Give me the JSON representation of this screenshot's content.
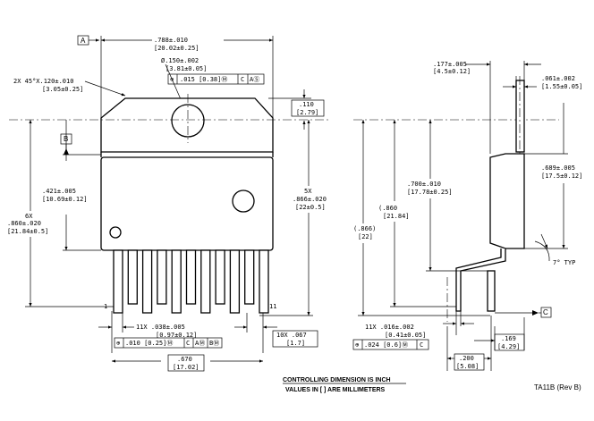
{
  "datum": {
    "a": "A",
    "b": "B",
    "c": "C"
  },
  "front": {
    "width_in": ".788±.010",
    "width_mm": "[20.02±0.25]",
    "chamfer_in": "2X 45°X.120±.010",
    "chamfer_mm": "[3.05±0.25]",
    "hole_in": "Ø.150±.002",
    "hole_mm": "[3.81±0.05]",
    "fcf_hole": [
      "⊕",
      ".015 [0.38]Ⓜ",
      "C",
      "AⓈ"
    ],
    "tab_in": ".110",
    "tab_mm": "[2.79]",
    "body_in": ".421±.005",
    "body_mm": "[10.69±0.12]",
    "total_6x": "6X",
    "total_in": ".860±.020",
    "total_mm": "[21.84±0.5]",
    "lead_5x": "5X",
    "lead_in": ".866±.020",
    "lead_mm": "[22±0.5]",
    "pin_first": "1",
    "pin_last": "11",
    "pinw_in": "11X .038±.005",
    "pinw_mm": "[0.97±0.12]",
    "fcf_pin": [
      "⊕",
      ".010 [0.25]Ⓜ",
      "C",
      "AⓂ",
      "BⓂ"
    ],
    "pitch_in": "10X .067",
    "pitch_mm": "[1.7]",
    "span_in": ".670",
    "span_mm": "[17.02]"
  },
  "side": {
    "top_in": ".177±.005",
    "top_mm": "[4.5±0.12]",
    "tab_in": ".061±.002",
    "tab_mm": "[1.55±0.05]",
    "h_in": ".700±.010",
    "h_mm": "[17.78±0.25]",
    "ref860_in": "(.860",
    "ref860_mm": "[21.84]",
    "ref866_in": "(.866)",
    "ref866_mm": "[22]",
    "body_in": ".689±.005",
    "body_mm": "[17.5±0.12]",
    "angle": "7° TYP",
    "thk_in": "11X .016±.002",
    "thk_mm": "[0.41±0.05]",
    "fcf": [
      "⊕",
      ".024 [0.6]Ⓜ",
      "C"
    ],
    "off_in": ".200",
    "off_mm": "[5.08]",
    "foot_in": ".169",
    "foot_mm": "[4.29]"
  },
  "notes": {
    "line1": "CONTROLLING DIMENSION IS INCH",
    "line2": "VALUES IN [ ] ARE MILLIMETERS"
  },
  "ref": "TA11B (Rev B)"
}
